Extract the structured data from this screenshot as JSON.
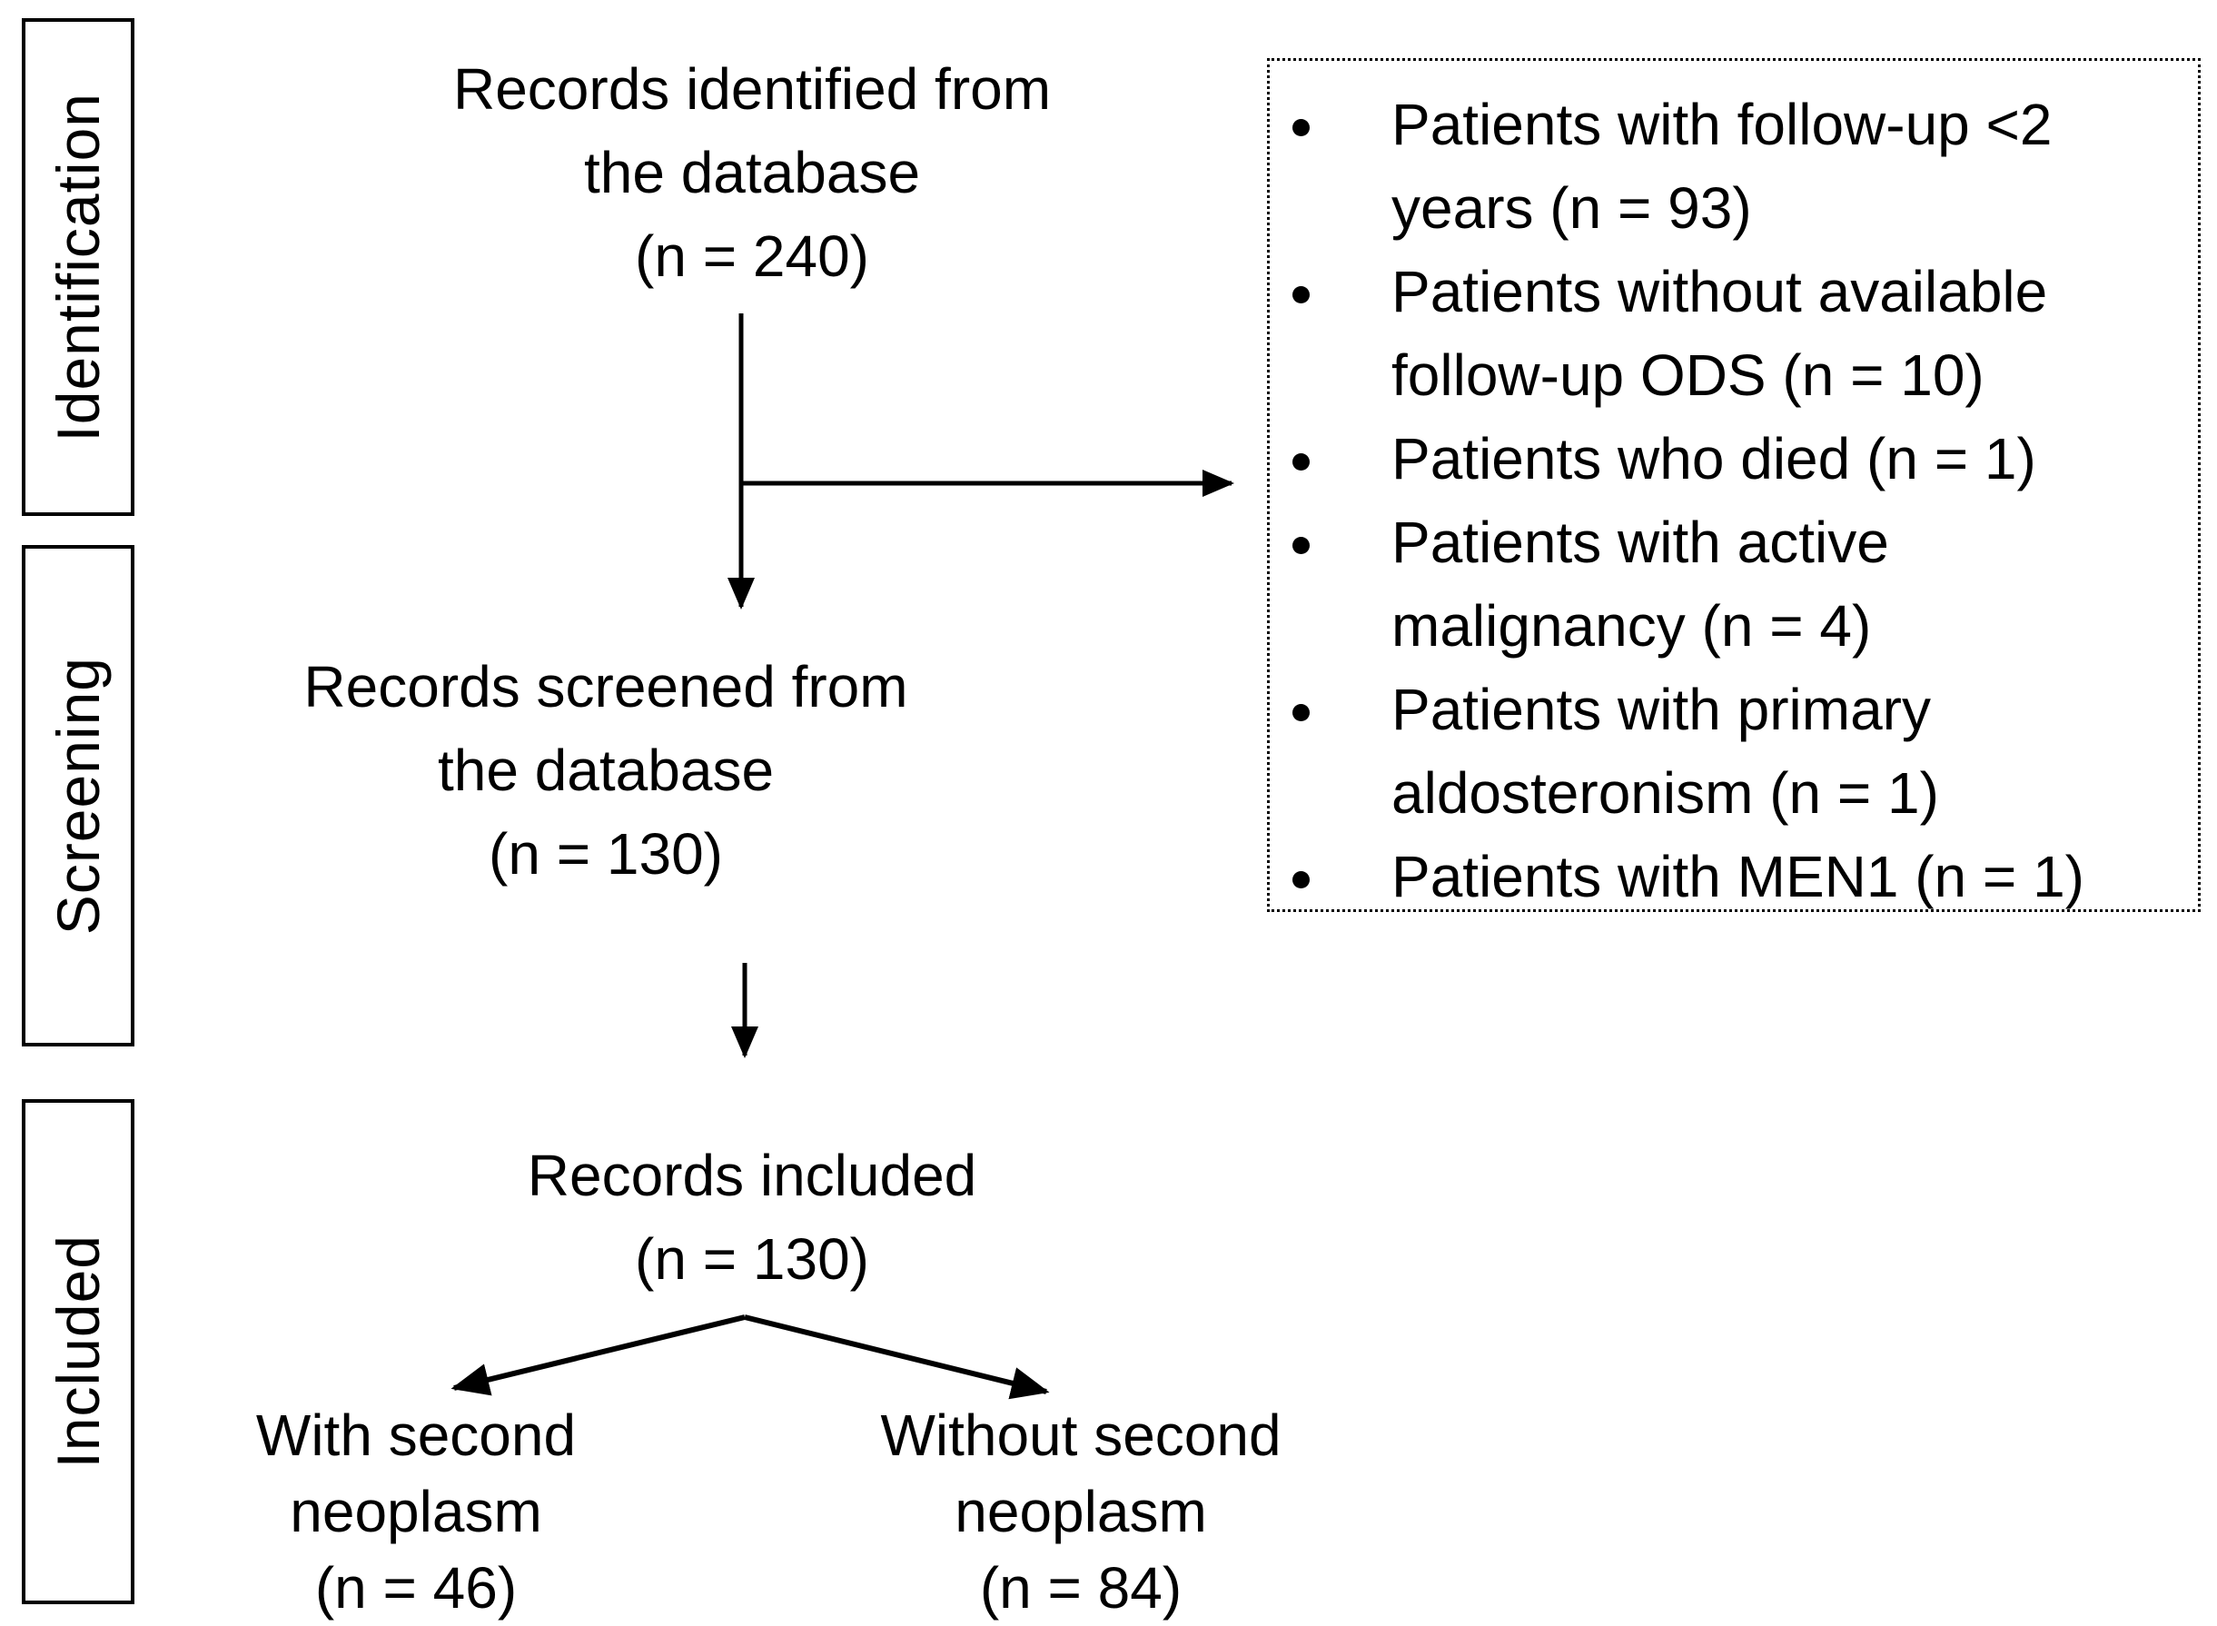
{
  "diagram": {
    "stages": [
      {
        "label": "Identification"
      },
      {
        "label": "Screening"
      },
      {
        "label": "Included"
      }
    ],
    "flow": {
      "identified": "Records identified from\nthe database\n(n = 240)",
      "screened": "Records screened from\nthe database\n(n = 130)",
      "included": "Records included\n(n = 130)",
      "with_neoplasm": "With second\nneoplasm\n(n = 46)",
      "without_neoplasm": "Without second\nneoplasm\n(n = 84)"
    },
    "exclusions": [
      "Patients with follow-up <2\nyears (n = 93)",
      "Patients without available\nfollow-up ODS (n = 10)",
      "Patients who died (n = 1)",
      "Patients with active\nmalignancy (n = 4)",
      "Patients with primary\naldosteronism (n = 1)",
      "Patients with MEN1 (n = 1)"
    ],
    "colors": {
      "ink": "#000000",
      "background": "#ffffff"
    }
  }
}
